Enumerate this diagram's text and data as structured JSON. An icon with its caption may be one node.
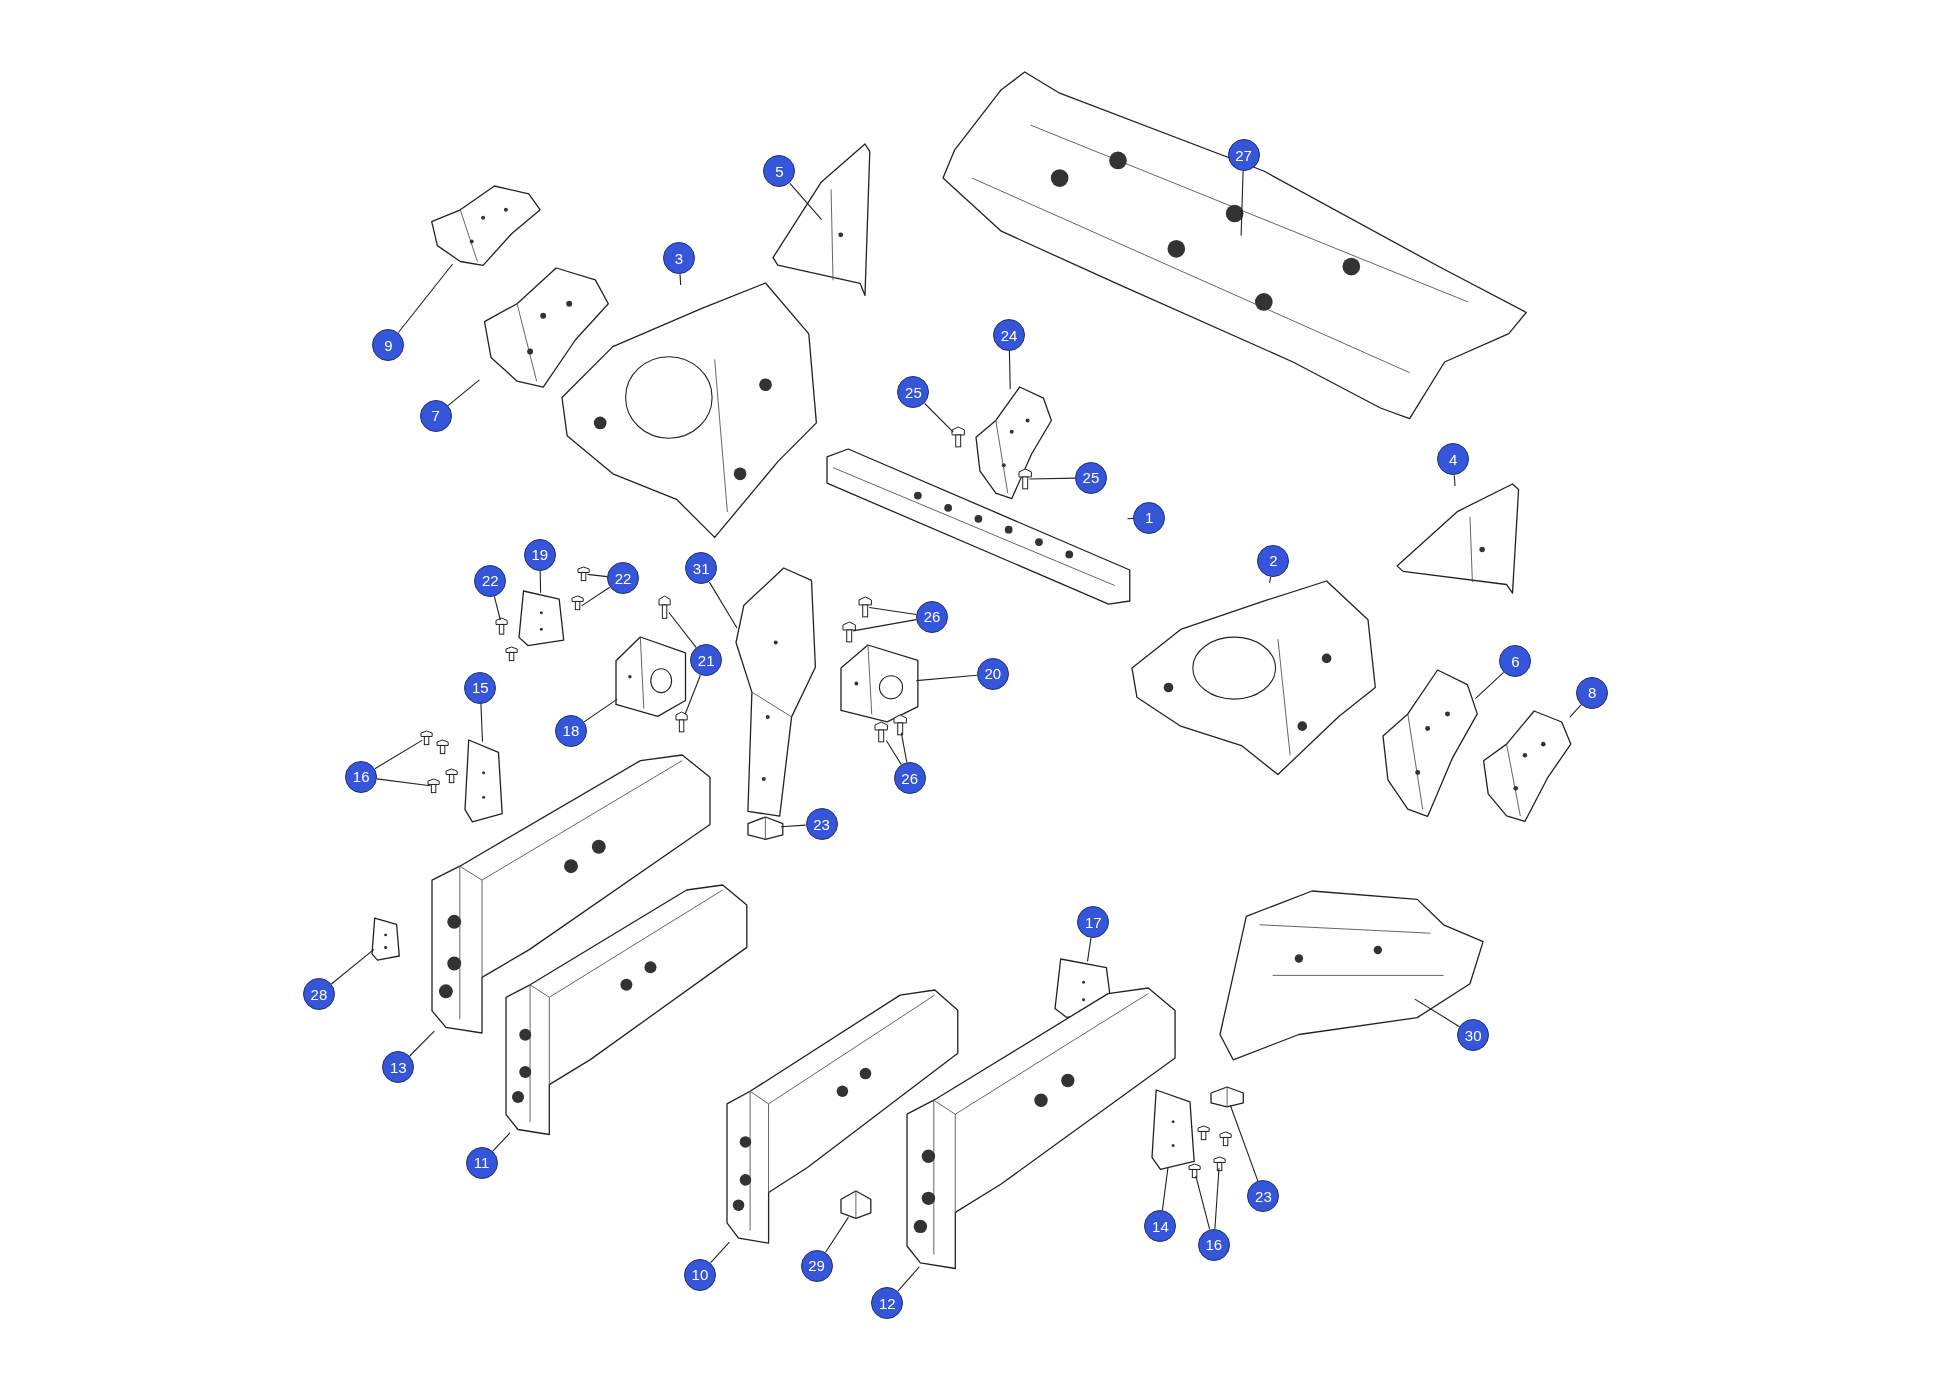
{
  "diagram": {
    "nodes": [
      {
        "text": [
          "27"
        ]
      },
      {
        "text": [
          "5"
        ]
      },
      {
        "text": [
          "3"
        ]
      },
      {
        "text": [
          "24"
        ]
      },
      {
        "text": [
          "9"
        ]
      },
      {
        "text": [
          "25"
        ]
      },
      {
        "text": [
          "7"
        ]
      },
      {
        "text": [
          "4"
        ]
      },
      {
        "text": [
          "25"
        ]
      },
      {
        "text": [
          "1"
        ]
      },
      {
        "text": [
          "19"
        ]
      },
      {
        "text": [
          "2"
        ]
      },
      {
        "text": [
          "31"
        ]
      },
      {
        "text": [
          "22"
        ]
      },
      {
        "text": [
          "22"
        ]
      },
      {
        "text": [
          "26"
        ]
      },
      {
        "text": [
          "21"
        ]
      },
      {
        "text": [
          "6"
        ]
      },
      {
        "text": [
          "20"
        ]
      },
      {
        "text": [
          "15"
        ]
      },
      {
        "text": [
          "8"
        ]
      },
      {
        "text": [
          "18"
        ]
      },
      {
        "text": [
          "16"
        ]
      },
      {
        "text": [
          "26"
        ]
      },
      {
        "text": [
          "23"
        ]
      },
      {
        "text": [
          "17"
        ]
      },
      {
        "text": [
          "28"
        ]
      },
      {
        "text": [
          "30"
        ]
      },
      {
        "text": [
          "13"
        ]
      },
      {
        "text": [
          "11"
        ]
      },
      {
        "text": [
          "23"
        ]
      },
      {
        "text": [
          "14"
        ]
      },
      {
        "text": [
          "16"
        ]
      },
      {
        "text": [
          "29"
        ]
      },
      {
        "text": [
          "10"
        ]
      },
      {
        "text": [
          "12"
        ]
      },
      {
        "text": [],
        "shape": "picture"
      },
      {
        "text": [],
        "shape": "picture"
      },
      {
        "text": [],
        "shape": "picture"
      },
      {
        "text": [],
        "shape": "picture"
      },
      {
        "text": [],
        "shape": "picture"
      },
      {
        "text": [],
        "shape": "picture"
      },
      {
        "text": [],
        "shape": "picture"
      },
      {
        "text": [],
        "shape": "picture"
      },
      {
        "text": [],
        "shape": "picture"
      },
      {
        "text": [],
        "shape": "picture"
      },
      {
        "text": [],
        "shape": "picture"
      },
      {
        "text": [],
        "shape": "picture"
      },
      {
        "text": [],
        "shape": "picture"
      },
      {
        "text": [],
        "shape": "picture"
      },
      {
        "text": [],
        "shape": "picture"
      },
      {
        "text": [],
        "shape": "picture"
      },
      {
        "text": [],
        "shape": "picture"
      },
      {
        "text": [],
        "shape": "picture"
      },
      {
        "text": [],
        "shape": "picture"
      },
      {
        "text": [],
        "shape": "picture"
      },
      {
        "text": [],
        "shape": "picture"
      },
      {
        "text": [],
        "shape": "picture"
      },
      {
        "text": [],
        "shape": "picture"
      },
      {
        "text": [],
        "shape": "picture"
      },
      {
        "text": [],
        "shape": "picture"
      },
      {
        "text": [],
        "shape": "picture"
      },
      {
        "text": [],
        "shape": "picture"
      },
      {
        "text": [],
        "shape": "picture"
      },
      {
        "text": [],
        "shape": "picture"
      },
      {
        "text": [],
        "shape": "picture"
      },
      {
        "text": [],
        "shape": "picture"
      },
      {
        "text": [],
        "shape": "picture"
      },
      {
        "text": [],
        "shape": "picture"
      },
      {
        "text": [],
        "shape": "picture"
      },
      {
        "text": [],
        "shape": "picture"
      },
      {
        "text": [],
        "shape": "picture"
      },
      {
        "text": [],
        "shape": "picture"
      },
      {
        "text": [],
        "shape": "picture"
      },
      {
        "text": [],
        "shape": "picture"
      },
      {
        "text": [],
        "shape": "picture"
      },
      {
        "text": [],
        "shape": "picture"
      },
      {
        "text": [],
        "shape": "picture"
      }
    ],
    "edges": [
      {
        "from": 0,
        "to": 36,
        "arrow": "none"
      },
      {
        "from": 1,
        "to": 37,
        "arrow": "none"
      },
      {
        "from": 2,
        "to": 40,
        "arrow": "none"
      },
      {
        "from": 3,
        "to": 41,
        "arrow": "none"
      },
      {
        "from": 4,
        "to": 38,
        "arrow": "none"
      },
      {
        "from": 5,
        "to": 42,
        "arrow": "none"
      },
      {
        "from": 6,
        "to": 39,
        "arrow": "none"
      },
      {
        "from": 7,
        "to": 45,
        "arrow": "none"
      },
      {
        "from": 8,
        "to": 43,
        "arrow": "none"
      },
      {
        "from": 9,
        "to": 44,
        "arrow": "none"
      },
      {
        "from": 10,
        "to": 48,
        "arrow": "none"
      },
      {
        "from": 11,
        "to": 46,
        "arrow": "none"
      },
      {
        "from": 12,
        "to": 47,
        "arrow": "none"
      },
      {
        "from": 13,
        "to": 50,
        "arrow": "none"
      },
      {
        "from": 13,
        "to": 51,
        "arrow": "none"
      },
      {
        "from": 14,
        "to": 49,
        "arrow": "none"
      },
      {
        "from": 15,
        "to": 56,
        "arrow": "none"
      },
      {
        "from": 15,
        "to": 57,
        "arrow": "none"
      },
      {
        "from": 16,
        "to": 53,
        "arrow": "none"
      },
      {
        "from": 16,
        "to": 54,
        "arrow": "none"
      },
      {
        "from": 17,
        "to": 64,
        "arrow": "none"
      },
      {
        "from": 18,
        "to": 55,
        "arrow": "none"
      },
      {
        "from": 19,
        "to": 60,
        "arrow": "none"
      },
      {
        "from": 20,
        "to": 65,
        "arrow": "none"
      },
      {
        "from": 21,
        "to": 52,
        "arrow": "none"
      },
      {
        "from": 22,
        "to": 61,
        "arrow": "none"
      },
      {
        "from": 22,
        "to": 62,
        "arrow": "none"
      },
      {
        "from": 23,
        "to": 58,
        "arrow": "none"
      },
      {
        "from": 23,
        "to": 59,
        "arrow": "none"
      },
      {
        "from": 24,
        "to": 63,
        "arrow": "none"
      },
      {
        "from": 25,
        "to": 69,
        "arrow": "none"
      },
      {
        "from": 26,
        "to": 68,
        "arrow": "none"
      },
      {
        "from": 27,
        "to": 70,
        "arrow": "none"
      },
      {
        "from": 28,
        "to": 66,
        "arrow": "none"
      },
      {
        "from": 29,
        "to": 67,
        "arrow": "none"
      },
      {
        "from": 30,
        "to": 77,
        "arrow": "none"
      },
      {
        "from": 31,
        "to": 74,
        "arrow": "none"
      },
      {
        "from": 32,
        "to": 75,
        "arrow": "none"
      },
      {
        "from": 32,
        "to": 76,
        "arrow": "none"
      },
      {
        "from": 33,
        "to": 73,
        "arrow": "none"
      },
      {
        "from": 34,
        "to": 71,
        "arrow": "none"
      },
      {
        "from": 35,
        "to": 72,
        "arrow": "none"
      }
    ]
  }
}
